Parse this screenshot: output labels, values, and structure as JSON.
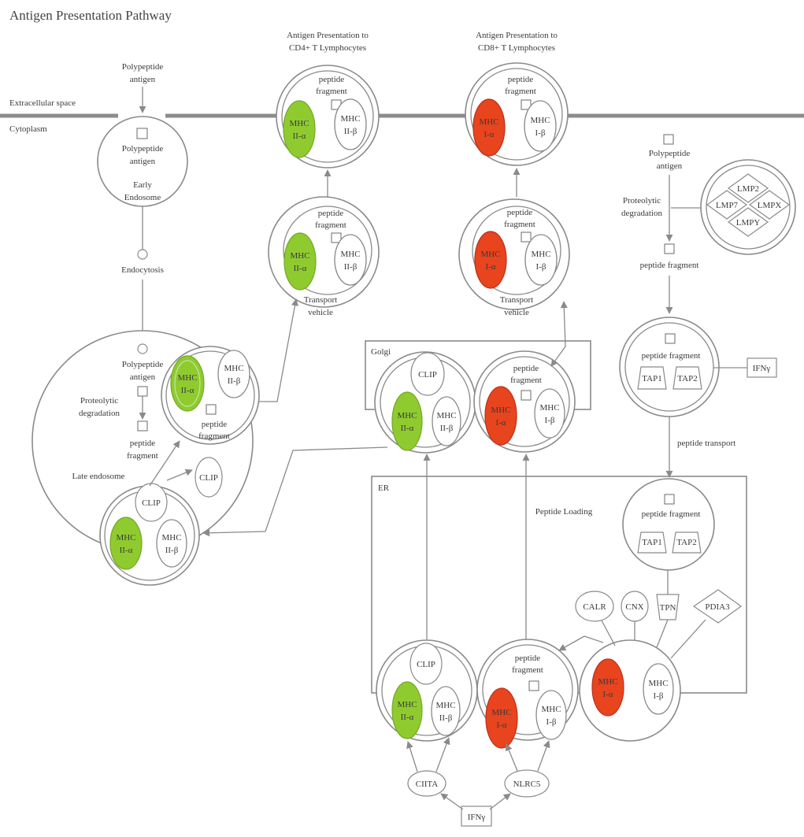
{
  "title": "Antigen Presentation Pathway",
  "colors": {
    "mhc_ii_alpha_fill": "#8fcb2f",
    "mhc_i_alpha_fill": "#e8441e",
    "membrane": "#8c8c8c",
    "line": "#8a8a8a"
  },
  "labels": {
    "cd4_header_line1": "Antigen Presentation to",
    "cd4_header_line2": "CD4+ T Lymphocytes",
    "cd8_header_line1": "Antigen Presentation to",
    "cd8_header_line2": "CD8+ T Lymphocytes",
    "extracellular_space": "Extracellular space",
    "cytoplasm": "Cytoplasm",
    "polypeptide": "Polypeptide",
    "antigen": "antigen",
    "early": "Early",
    "endosome": "Endosome",
    "endocytosis": "Endocytosis",
    "proteolytic": "Proteolytic",
    "degradation": "degradation",
    "peptide": "peptide",
    "fragment": "fragment",
    "peptide_fragment": "peptide fragment",
    "late_endosome": "Late endosome",
    "transport": "Transport",
    "vehicle": "vehicle",
    "golgi": "Golgi",
    "er": "ER",
    "peptide_loading": "Peptide Loading",
    "peptide_transport": "peptide transport",
    "mhc": "MHC",
    "ii_alpha": "II-α",
    "ii_beta": "II-β",
    "i_alpha": "I-α",
    "i_beta": "I-β",
    "clip": "CLIP",
    "lmp2": "LMP2",
    "lmp7": "LMP7",
    "lmpx": "LMPX",
    "lmpy": "LMPY",
    "tap1": "TAP1",
    "tap2": "TAP2",
    "ifng": "IFNγ",
    "calr": "CALR",
    "cnx": "CNX",
    "tpn": "TPN",
    "pdia3": "PDIA3",
    "ciita": "CIITA",
    "nlrc5": "NLRC5"
  }
}
